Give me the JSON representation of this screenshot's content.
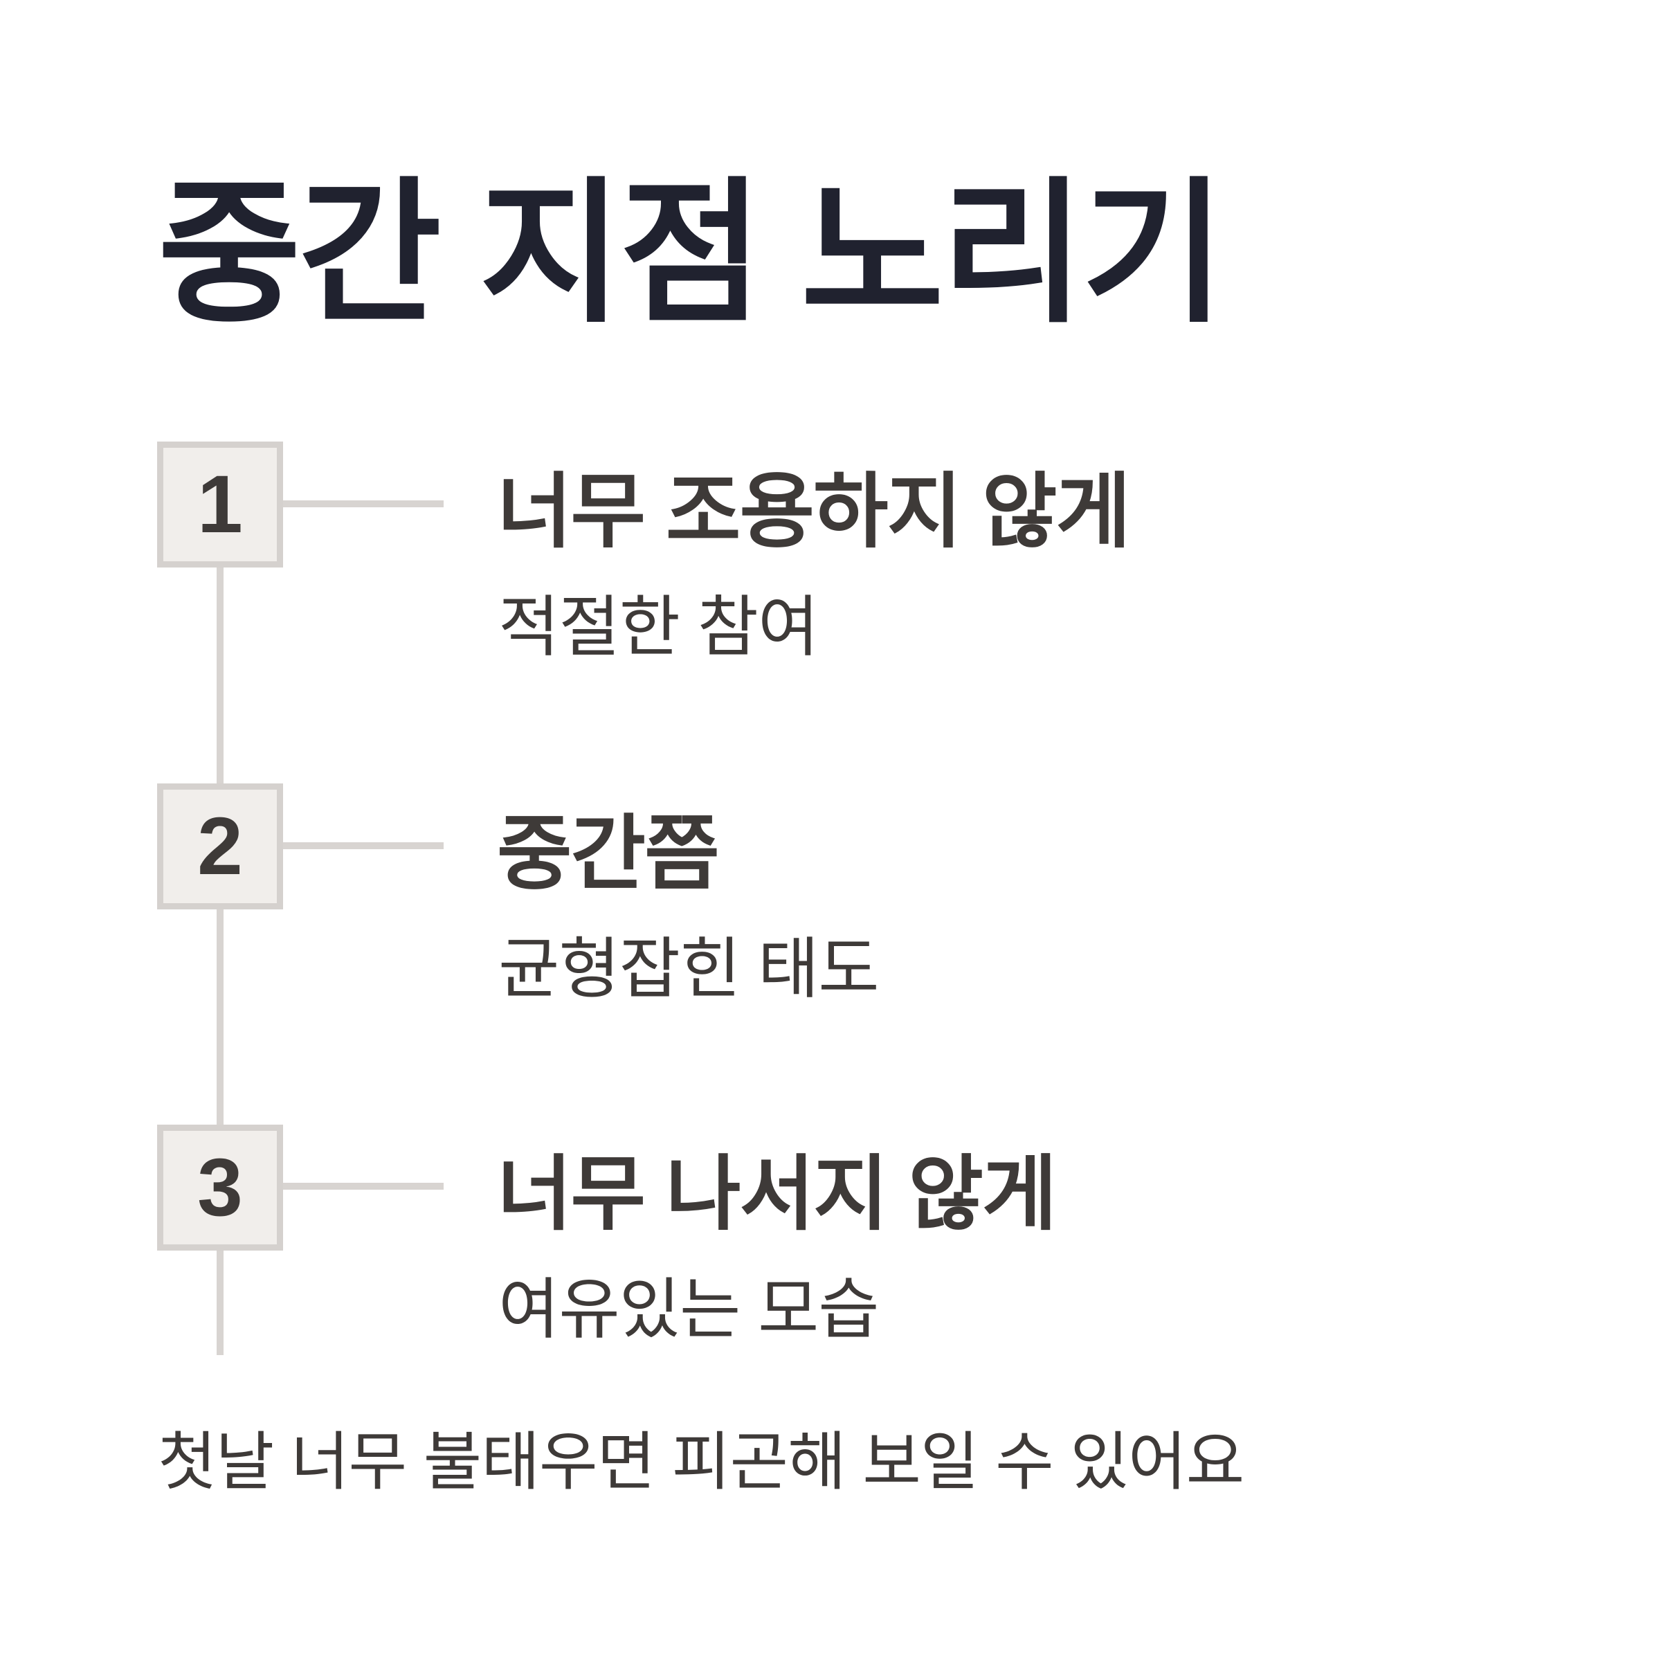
{
  "title": "중간 지점 노리기",
  "timeline": {
    "items": [
      {
        "number": "1",
        "title": "너무 조용하지 않게",
        "subtitle": "적절한 참여"
      },
      {
        "number": "2",
        "title": "중간쯤",
        "subtitle": "균형잡힌 태도"
      },
      {
        "number": "3",
        "title": "너무 나서지 않게",
        "subtitle": "여유있는 모습"
      }
    ]
  },
  "footer": "첫날 너무 불태우면 피곤해 보일 수 있어요",
  "colors": {
    "title_ink": "#20222f",
    "body_ink": "#3e3a38",
    "line": "#d8d4d1",
    "box_fill": "#f1eeeb",
    "box_border": "#d5d1ce",
    "background": "#ffffff"
  }
}
